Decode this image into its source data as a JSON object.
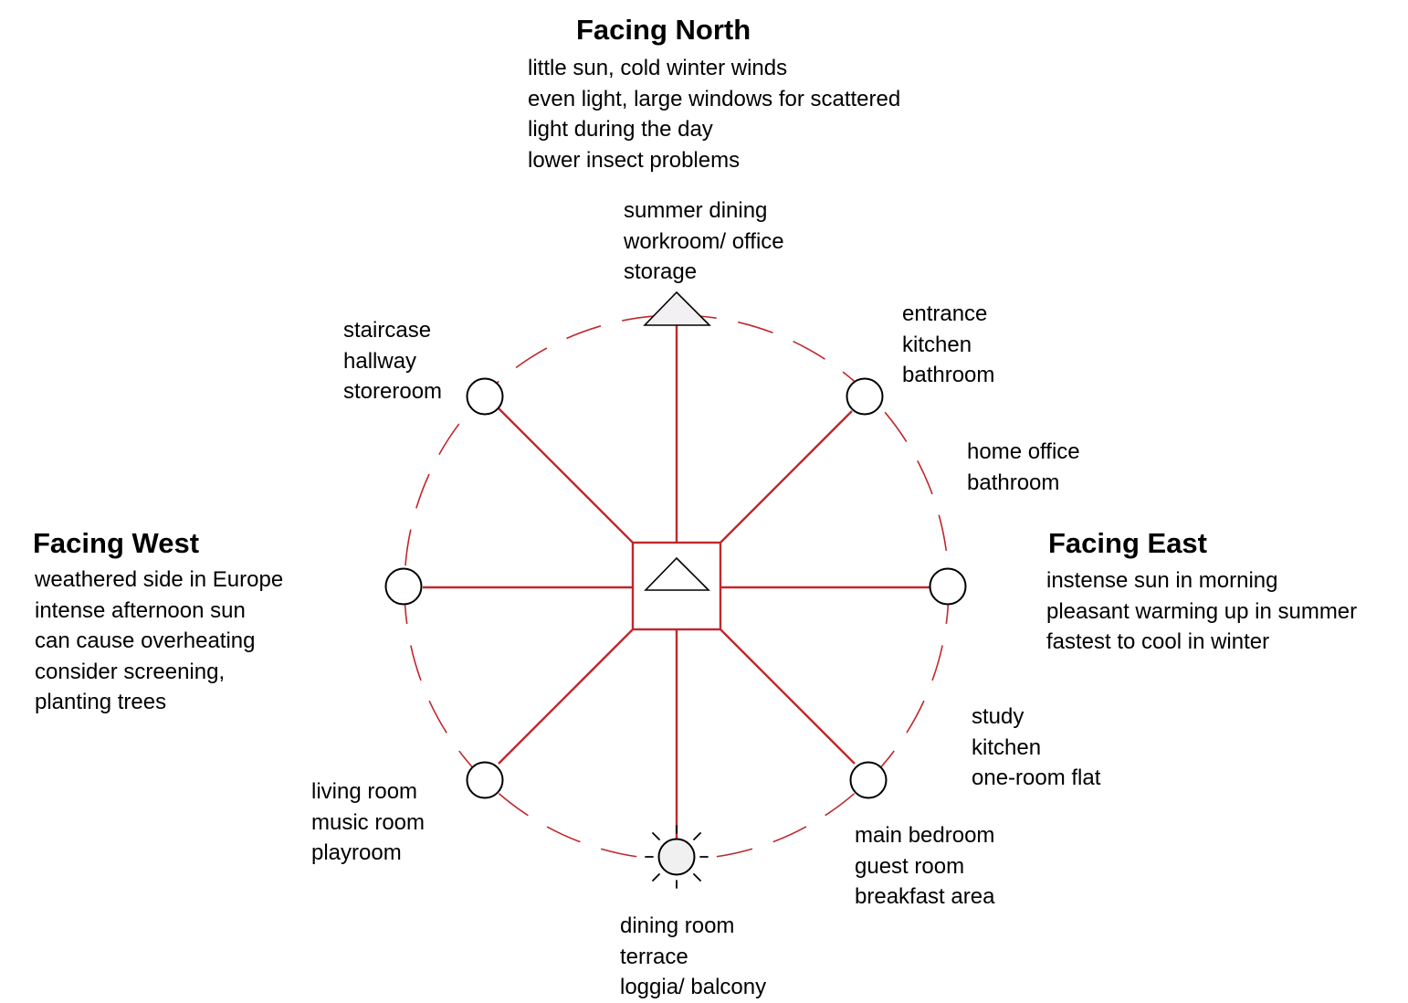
{
  "colors": {
    "axis": "#c0282d",
    "ring": "#c0282d",
    "outline": "#000000",
    "north_fill": "#f3f0f3",
    "sun_fill": "#f0f0f0"
  },
  "icons": {
    "north": "triangle-north-marker",
    "center": "house-roof-icon",
    "south": "sun-icon",
    "nodes": "circle-node-icon"
  },
  "north": {
    "title": "Facing North",
    "lines": [
      "little sun, cold winter winds",
      "even light, large windows for scattered",
      "light during the day",
      "lower insect problems"
    ]
  },
  "east": {
    "title": "Facing East",
    "lines": [
      "instense sun in morning",
      "pleasant warming up in summer",
      "fastest to cool in winter"
    ]
  },
  "west": {
    "title": "Facing West",
    "lines": [
      "weathered side in Europe",
      "intense afternoon sun",
      "can cause overheating",
      "consider screening,",
      "planting trees"
    ]
  },
  "rooms": {
    "n": [
      "summer dining",
      "workroom/ office",
      "storage"
    ],
    "ne": [
      "entrance",
      "kitchen",
      "bathroom"
    ],
    "ene": [
      "home office",
      "bathroom"
    ],
    "ese": [
      "study",
      "kitchen",
      "one-room flat"
    ],
    "se": [
      "main bedroom",
      "guest room",
      "breakfast area"
    ],
    "s": [
      "dining room",
      "terrace",
      "loggia/ balcony"
    ],
    "sw": [
      "living room",
      "music room",
      "playroom"
    ],
    "nw": [
      "staircase",
      "hallway",
      "storeroom"
    ]
  }
}
